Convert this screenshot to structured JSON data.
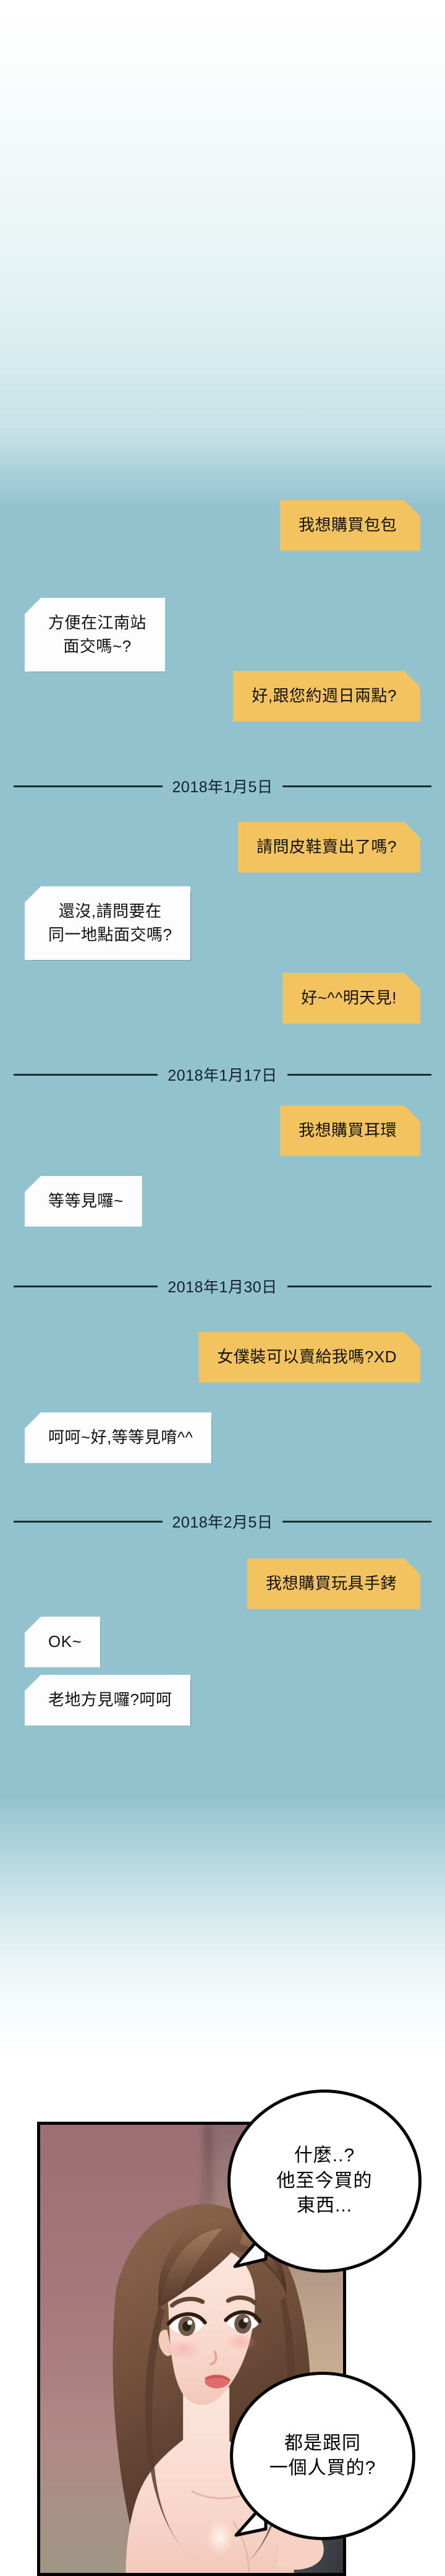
{
  "theme": {
    "background_top": "#ffffff",
    "background_mid": "#92c2ce",
    "bubble_yellow": "#f3c35f",
    "bubble_white": "#fdfdfd",
    "bubble_shadow": "#36515e",
    "text_color": "#111111",
    "separator_color": "#1d2b33"
  },
  "conversation": {
    "messages": [
      {
        "id": "m1",
        "side": "right",
        "color": "yellow",
        "text": "我想購買包包"
      },
      {
        "id": "m2",
        "side": "left",
        "color": "white",
        "text": "方便在江南站\n面交嗎~?"
      },
      {
        "id": "m3",
        "side": "right",
        "color": "yellow",
        "text": "好,跟您約週日兩點?"
      },
      {
        "id": "m4",
        "side": "right",
        "color": "yellow",
        "text": "請問皮鞋賣出了嗎?"
      },
      {
        "id": "m5",
        "side": "left",
        "color": "white",
        "text": "還沒,請問要在\n同一地點面交嗎?"
      },
      {
        "id": "m6",
        "side": "right",
        "color": "yellow",
        "text": "好~^^明天見!"
      },
      {
        "id": "m7",
        "side": "right",
        "color": "yellow",
        "text": "我想購買耳環"
      },
      {
        "id": "m8",
        "side": "left",
        "color": "white",
        "text": "等等見囉~"
      },
      {
        "id": "m9",
        "side": "right",
        "color": "yellow",
        "text": "女僕裝可以賣給我嗎?XD"
      },
      {
        "id": "m10",
        "side": "left",
        "color": "white",
        "text": "呵呵~好,等等見唷^^"
      },
      {
        "id": "m11",
        "side": "right",
        "color": "yellow",
        "text": "我想購買玩具手銬"
      },
      {
        "id": "m12",
        "side": "left",
        "color": "white",
        "text": "OK~"
      },
      {
        "id": "m13",
        "side": "left",
        "color": "white",
        "text": "老地方見囉?呵呵"
      }
    ],
    "date_separators": [
      {
        "id": "d1",
        "label": "2018年1月5日"
      },
      {
        "id": "d2",
        "label": "2018年1月17日"
      },
      {
        "id": "d3",
        "label": "2018年1月30日"
      },
      {
        "id": "d4",
        "label": "2018年2月5日"
      }
    ]
  },
  "scene": {
    "balloons": [
      {
        "id": "b1",
        "text": "什麼..?\n他至今買的\n東西..."
      },
      {
        "id": "b2",
        "text": "都是跟同\n一個人買的?"
      }
    ]
  }
}
